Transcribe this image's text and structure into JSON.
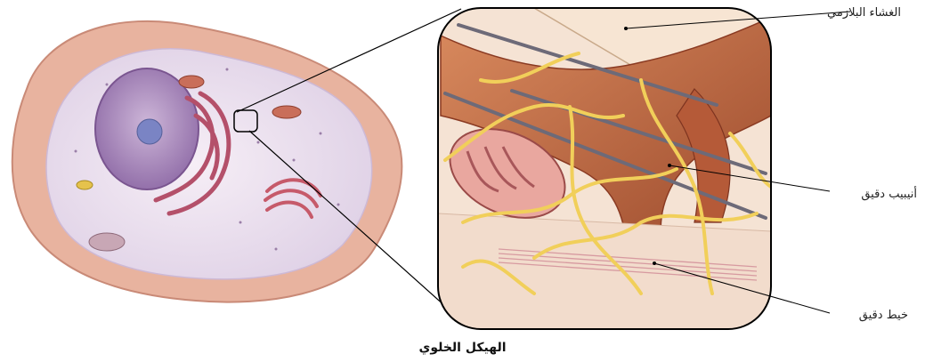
{
  "labels": {
    "plasma_membrane": "الغشاء البلازمي",
    "microtubule": "أنيبيب دقيق",
    "microfilament": "خيط دقيق"
  },
  "caption": "الهيكل الخلوي",
  "colors": {
    "cell_outer": "#e9b8a6",
    "cytoplasm": "#efeaf3",
    "nucleus": "#b79ac4",
    "filament_yellow": "#f1cf5a",
    "tubule_brown": "#c0643e",
    "microtubule_gray": "#6d6a78"
  }
}
